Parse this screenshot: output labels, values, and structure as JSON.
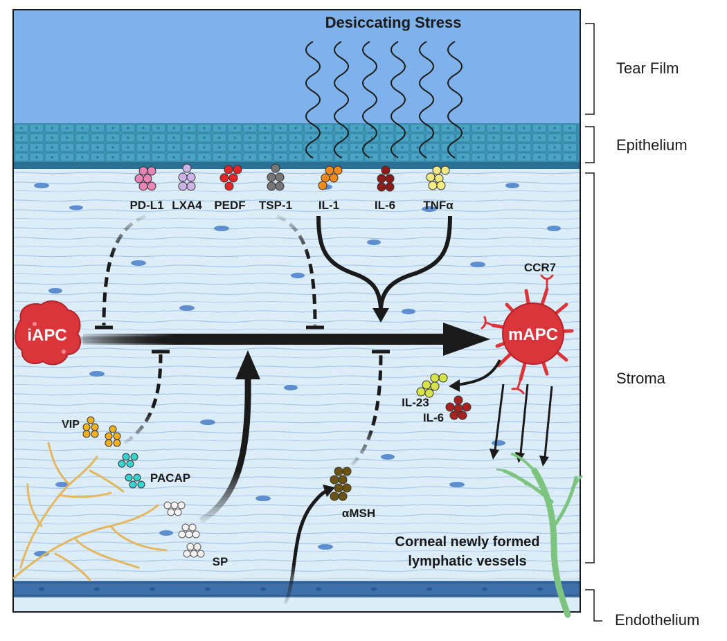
{
  "title": "Desiccating Stress",
  "layers": {
    "tear_film": "Tear Film",
    "epithelium": "Epithelium",
    "stroma": "Stroma",
    "endothelium": "Endothelium"
  },
  "cells": {
    "immature": "iAPC",
    "mature": "mAPC",
    "receptor": "CCR7"
  },
  "molecules": {
    "pd_l1": "PD-L1",
    "lxa4": "LXA4",
    "pedf": "PEDF",
    "tsp1": "TSP-1",
    "il1": "IL-1",
    "il6_top": "IL-6",
    "tnfa": "TNFα",
    "il23": "IL-23",
    "il6_bottom": "IL-6",
    "vip": "VIP",
    "pacap": "PACAP",
    "sp": "SP",
    "amsh": "αMSH"
  },
  "vessels_label": {
    "line1": "Corneal newly formed",
    "line2": "lymphatic vessels"
  },
  "colors": {
    "tear_film": "#7fb2ea",
    "epithelium": "#3d8fb3",
    "stroma": "#dcedf8",
    "endothelium": "#3f6fa8",
    "apc": "#d9353b",
    "nerve": "#e3b660",
    "lymphatic": "#7cc47f"
  }
}
